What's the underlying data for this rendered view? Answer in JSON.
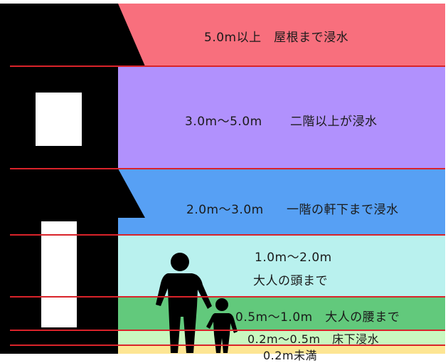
{
  "colors": {
    "level_5m_plus": "#f86f7d",
    "level_3_5m": "#b191fd",
    "level_2_3m": "#57a0f4",
    "level_1_2m": "#b9f1ee",
    "level_05_1m": "#62c97c",
    "level_02_05m": "#c9f7bf",
    "level_under_02m": "#fde593",
    "boundary_line": "#d9232a",
    "house": "#000000",
    "window": "#ffffff"
  },
  "levels": {
    "roof": "5.0m以上　屋根まで浸水",
    "second_floor_range": "3.0m～5.0m",
    "second_floor_text": "二階以上が浸水",
    "eaves_range": "2.0m～3.0m",
    "eaves_text": "一階の軒下まで浸水",
    "adult_head_range": "1.0m～2.0m",
    "adult_head_text": "大人の頭まで",
    "adult_waist": "0.5m～1.0m　大人の腰まで",
    "under_floor": "0.2m～0.5m　床下浸水",
    "under_02": "0.2m未満"
  }
}
